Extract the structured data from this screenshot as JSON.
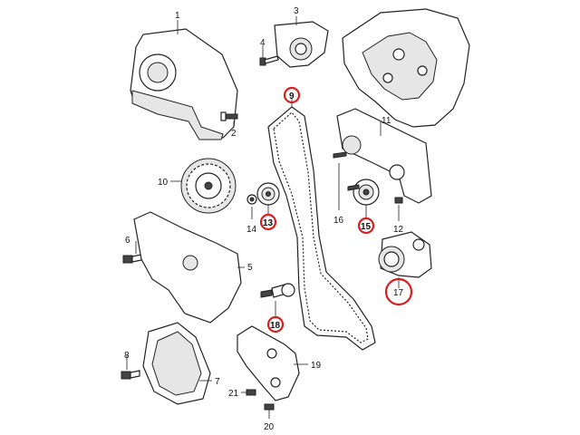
{
  "diagram": {
    "highlight_color": "#d81e1e",
    "part_numbers": {
      "p1": "1",
      "p2": "2",
      "p3": "3",
      "p4": "4",
      "p5": "5",
      "p6": "6",
      "p7": "7",
      "p8": "8",
      "p9": "9",
      "p10": "10",
      "p11": "11",
      "p12": "12",
      "p13": "13",
      "p14": "14",
      "p15": "15",
      "p16": "16",
      "p17": "17",
      "p18": "18",
      "p19": "19",
      "p20": "20",
      "p21": "21"
    },
    "highlighted_parts": [
      "9",
      "13",
      "15",
      "17",
      "18"
    ]
  }
}
